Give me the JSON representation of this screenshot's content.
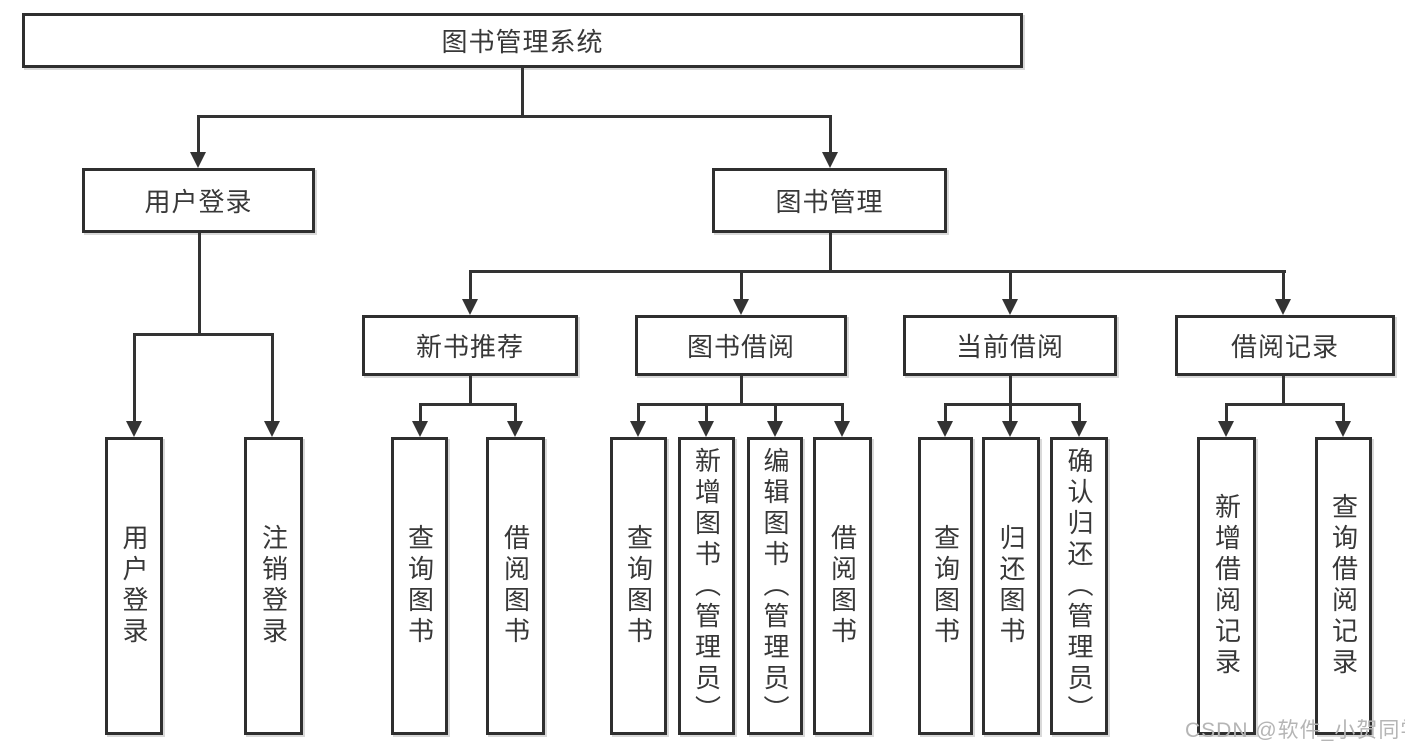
{
  "colors": {
    "line": "#333333",
    "box_border": "#2f2f2f",
    "text": "#383838",
    "watermark": "#b5b5b5",
    "background": "#ffffff"
  },
  "watermark": {
    "text": "CSDN @软件_小贺同学"
  },
  "tree": {
    "label": "图书管理系统",
    "children": [
      {
        "label": "用户登录",
        "children": [
          {
            "label": "用户登录"
          },
          {
            "label": "注销登录"
          }
        ]
      },
      {
        "label": "图书管理",
        "children": [
          {
            "label": "新书推荐",
            "children": [
              {
                "label": "查询图书"
              },
              {
                "label": "借阅图书"
              }
            ]
          },
          {
            "label": "图书借阅",
            "children": [
              {
                "label": "查询图书"
              },
              {
                "label": "新增图书（管理员）"
              },
              {
                "label": "编辑图书（管理员）"
              },
              {
                "label": "借阅图书"
              }
            ]
          },
          {
            "label": "当前借阅",
            "children": [
              {
                "label": "查询图书"
              },
              {
                "label": "归还图书"
              },
              {
                "label": "确认归还（管理员）"
              }
            ]
          },
          {
            "label": "借阅记录",
            "children": [
              {
                "label": "新增借阅记录"
              },
              {
                "label": "查询借阅记录"
              }
            ]
          }
        ]
      }
    ]
  }
}
